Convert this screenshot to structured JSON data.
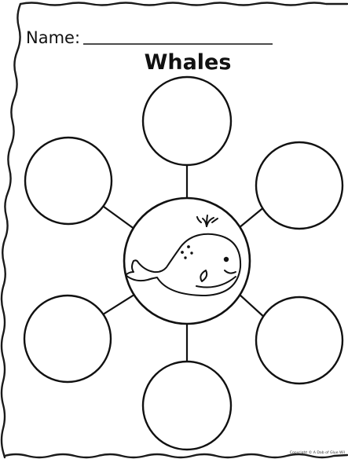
{
  "worksheet": {
    "name_label": "Name:",
    "title": "Whales",
    "copyright": "Copyright © A Dab of Glue Wil",
    "center_icon": "whale-icon",
    "answer_bubbles": 6,
    "ink_color": "#111111",
    "paper_color": "#ffffff"
  }
}
